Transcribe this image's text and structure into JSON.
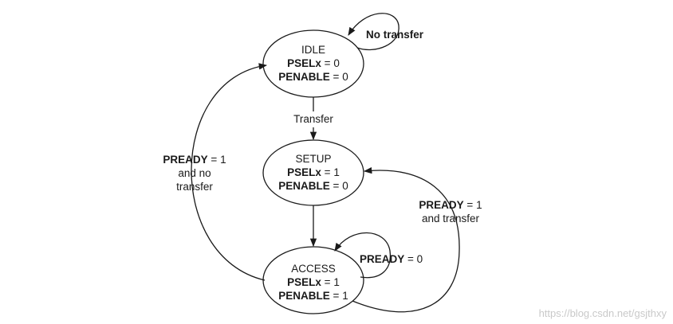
{
  "states": {
    "idle": {
      "name": "IDLE",
      "line1_key": "PSELx",
      "line1_val": " = 0",
      "line2_key": "PENABLE",
      "line2_val": " = 0"
    },
    "setup": {
      "name": "SETUP",
      "line1_key": "PSELx",
      "line1_val": " = 1",
      "line2_key": "PENABLE",
      "line2_val": " = 0"
    },
    "access": {
      "name": "ACCESS",
      "line1_key": "PSELx",
      "line1_val": " = 1",
      "line2_key": "PENABLE",
      "line2_val": " = 1"
    }
  },
  "transitions": {
    "idle_self": "No transfer",
    "idle_to_setup": "Transfer",
    "access_self_key": "PREADY",
    "access_self_val": " = 0",
    "access_to_setup_key": "PREADY",
    "access_to_setup_val": " = 1",
    "access_to_setup_line2": "and transfer",
    "access_to_idle_key": "PREADY",
    "access_to_idle_val": " = 1",
    "access_to_idle_line2": "and no",
    "access_to_idle_line3": "transfer"
  },
  "watermark": "https://blog.csdn.net/gsjthxy"
}
